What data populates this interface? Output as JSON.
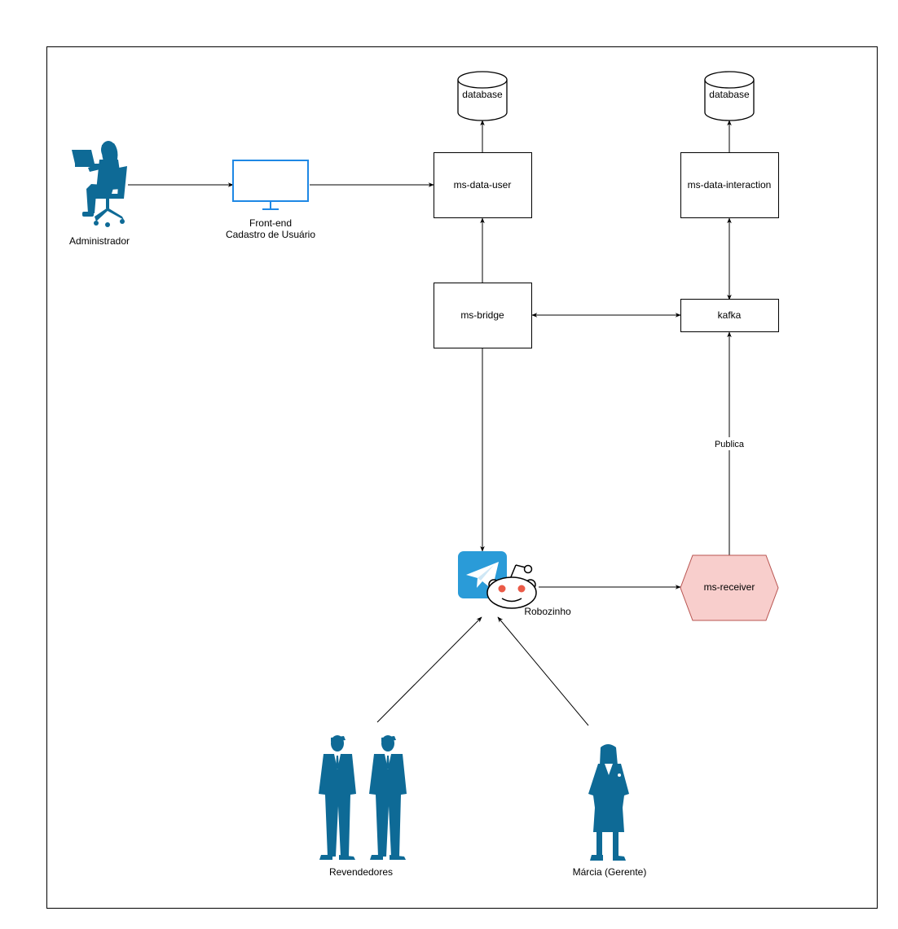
{
  "nodes": {
    "administrador": {
      "label": "Administrador",
      "icon": "person-at-laptop-icon"
    },
    "frontend": {
      "label_line1": "Front-end",
      "label_line2": "Cadastro de Usuário",
      "icon": "monitor-icon"
    },
    "db_user": {
      "label": "database"
    },
    "db_interaction": {
      "label": "database"
    },
    "ms_data_user": {
      "label": "ms-data-user"
    },
    "ms_data_interaction": {
      "label": "ms-data-interaction"
    },
    "ms_bridge": {
      "label": "ms-bridge"
    },
    "kafka": {
      "label": "kafka"
    },
    "ms_receiver": {
      "label": "ms-receiver",
      "fill": "#f8cecc",
      "stroke": "#b85450"
    },
    "robozinho": {
      "label": "Robozinho",
      "icons": [
        "telegram-icon",
        "reddit-icon"
      ]
    },
    "revendedores": {
      "label": "Revendedores",
      "icon": "businessmen-icon"
    },
    "marcia": {
      "label": "Márcia (Gerente)",
      "icon": "businesswoman-icon"
    }
  },
  "edges": {
    "publica": {
      "label": "Publica"
    }
  },
  "colors": {
    "accent_blue": "#0e6a96",
    "monitor_blue": "#1e88e5",
    "telegram_blue": "#2a9bd8"
  }
}
